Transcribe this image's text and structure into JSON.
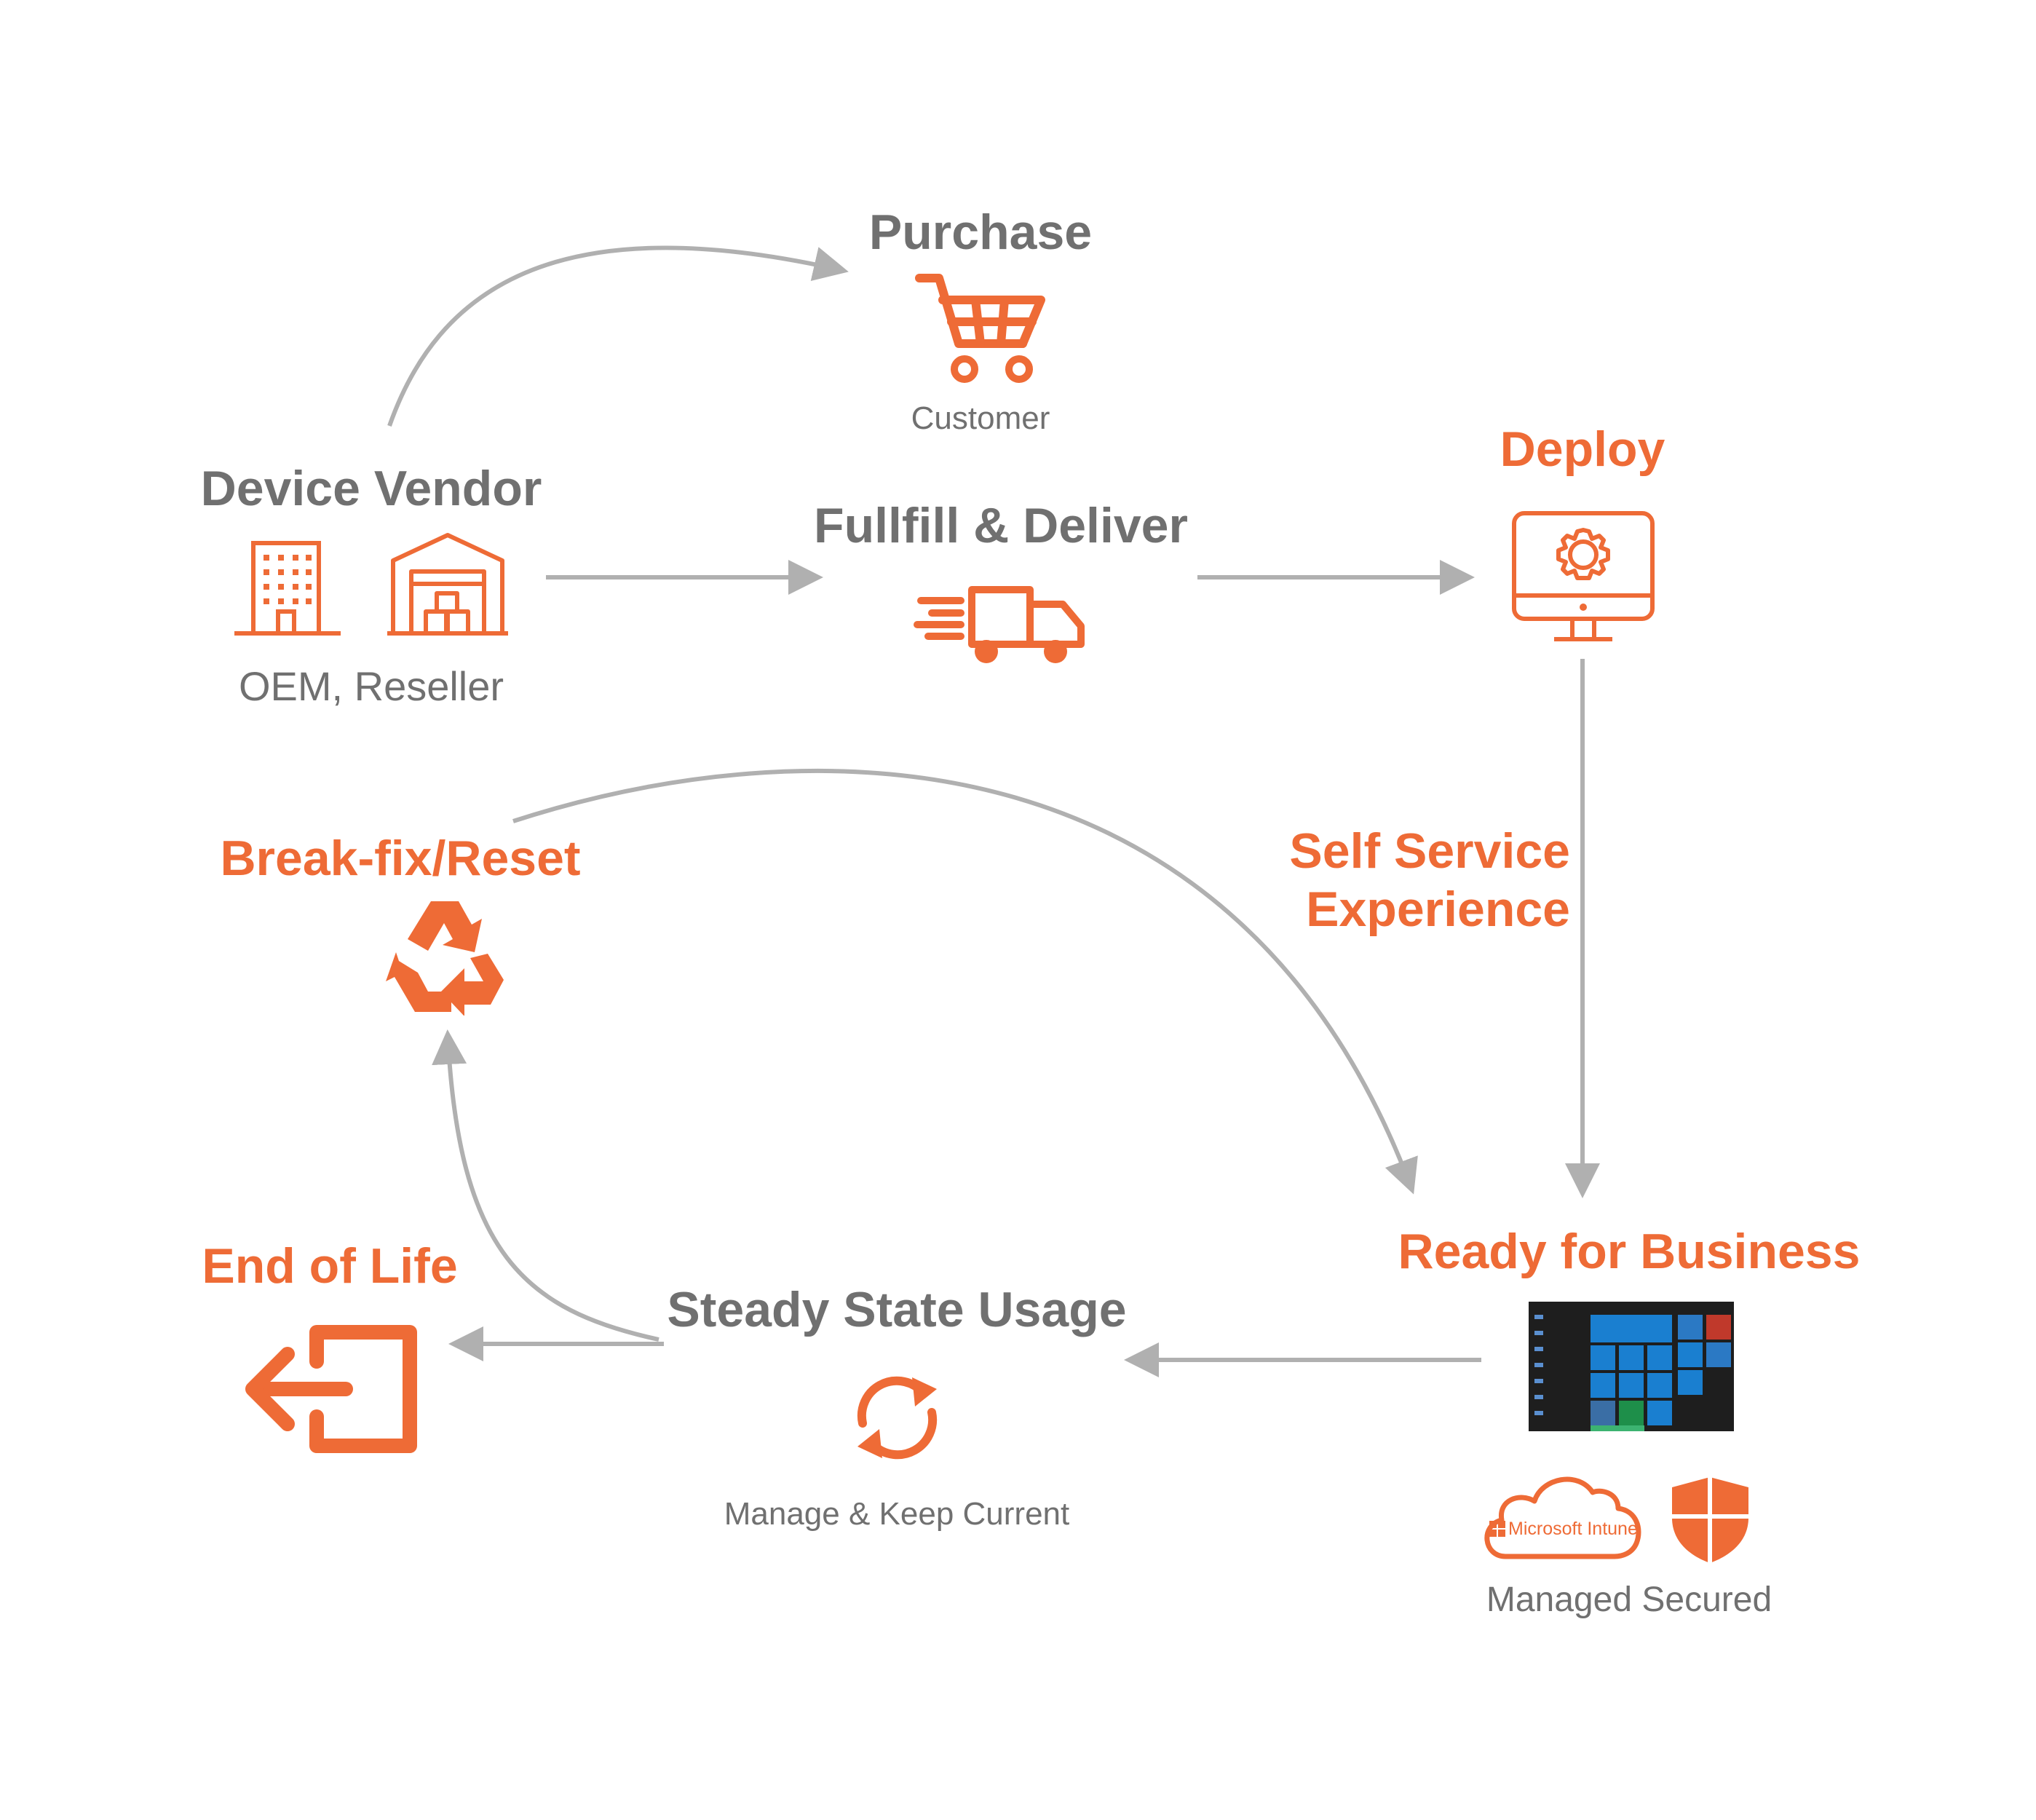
{
  "colors": {
    "accent": "#ee6b36",
    "text_gray": "#707070",
    "arrow_gray": "#b0b0b0"
  },
  "stages": {
    "purchase": {
      "title": "Purchase",
      "subtitle": "Customer",
      "icon": "shopping-cart-icon"
    },
    "device_vendor": {
      "title": "Device Vendor",
      "subtitle": "OEM, Reseller",
      "icons": [
        "office-building-icon",
        "warehouse-icon"
      ]
    },
    "fulfill": {
      "title": "Fullfill & Deliver",
      "icon": "delivery-truck-icon"
    },
    "deploy": {
      "title": "Deploy",
      "icon": "monitor-gear-icon"
    },
    "self_service": {
      "line1": "Self Service",
      "line2": "Experience"
    },
    "break_fix": {
      "title": "Break-fix/Reset",
      "icon": "recycle-icon"
    },
    "ready": {
      "title": "Ready for Business",
      "subtitle": "Managed Secured",
      "intune_label": "Microsoft Intune",
      "icons": [
        "windows-start-screen-icon",
        "cloud-icon",
        "shield-icon"
      ]
    },
    "steady": {
      "title": "Steady State Usage",
      "subtitle": "Manage & Keep Current",
      "icon": "sync-icon"
    },
    "eol": {
      "title": "End of Life",
      "icon": "exit-icon"
    }
  }
}
